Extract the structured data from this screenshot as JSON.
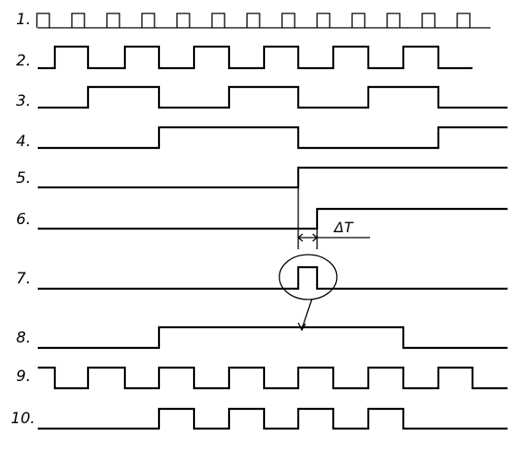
{
  "labels": [
    "1.",
    "2.",
    "3.",
    "4.",
    "5.",
    "6.",
    "7.",
    "8.",
    "9.",
    "10."
  ],
  "delta_label": "ΔT"
}
